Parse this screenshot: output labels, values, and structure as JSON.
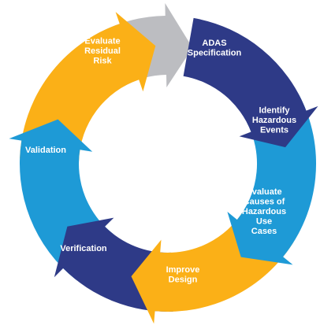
{
  "diagram": {
    "steps": [
      {
        "id": "adas-specification",
        "lines": [
          "ADAS",
          "Specification"
        ],
        "color": "#2E3A87"
      },
      {
        "id": "identify-hazardous-events",
        "lines": [
          "Identify",
          "Hazardous",
          "Events"
        ],
        "color": "#1E9AD6"
      },
      {
        "id": "evaluate-causes",
        "lines": [
          "Evaluate",
          "Causes of",
          "Hazardous",
          "Use",
          "Cases"
        ],
        "color": "#FBB017"
      },
      {
        "id": "improve-design",
        "lines": [
          "Improve",
          "Design"
        ],
        "color": "#2E3A87"
      },
      {
        "id": "verification",
        "lines": [
          "Verification"
        ],
        "color": "#1E9AD6"
      },
      {
        "id": "validation",
        "lines": [
          "Validation"
        ],
        "color": "#FBB017"
      },
      {
        "id": "evaluate-residual-risk",
        "lines": [
          "Evaluate",
          "Residual",
          "Risk"
        ],
        "color": "#BCBDC1"
      }
    ]
  }
}
